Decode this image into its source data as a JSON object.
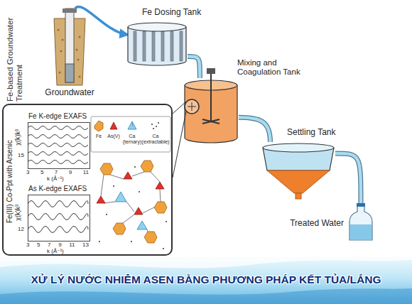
{
  "diagram": {
    "title": "XỬ LÝ NƯỚC NHIỄM ASEN BẰNG PHƯƠNG PHÁP KẾT TỦA/LẮNG",
    "nodes": [
      {
        "text": [
          "Groundwater"
        ]
      },
      {
        "text": [
          "Fe Dosing Tank"
        ]
      },
      {
        "text": [
          "Mixing and Coagulation Tank"
        ]
      },
      {
        "text": [
          "Settling Tank"
        ]
      },
      {
        "text": [
          "Treated Water"
        ]
      },
      {
        "text": [
          "Fe(III) Co-Ppt with Arsenic"
        ]
      },
      {
        "text": [
          "Fe K-edge EXAFS"
        ],
        "in": 5
      },
      {
        "text": [
          "As K-edge EXAFS"
        ],
        "in": 5
      }
    ],
    "edges": [
      {
        "from": 0,
        "to": 1,
        "arrow": "to"
      },
      {
        "from": 1,
        "to": 2,
        "arrow": "none"
      },
      {
        "from": 2,
        "to": 3,
        "arrow": "none"
      },
      {
        "from": 3,
        "to": 4,
        "arrow": "none"
      }
    ],
    "labels": [
      "Fe-based Groundwater Treatment",
      "χ(k)k³",
      "15",
      "3 5 7 9 11",
      "k (Å⁻¹)",
      "χ(k)k³",
      "12",
      "3 5 7 9 11 13",
      "k (Å⁻¹)"
    ],
    "legend": [
      {
        "text": "Fe"
      },
      {
        "text": "As(V)"
      },
      {
        "text": "Ca (ternary)"
      },
      {
        "text": "Ca (extractable)"
      }
    ]
  }
}
